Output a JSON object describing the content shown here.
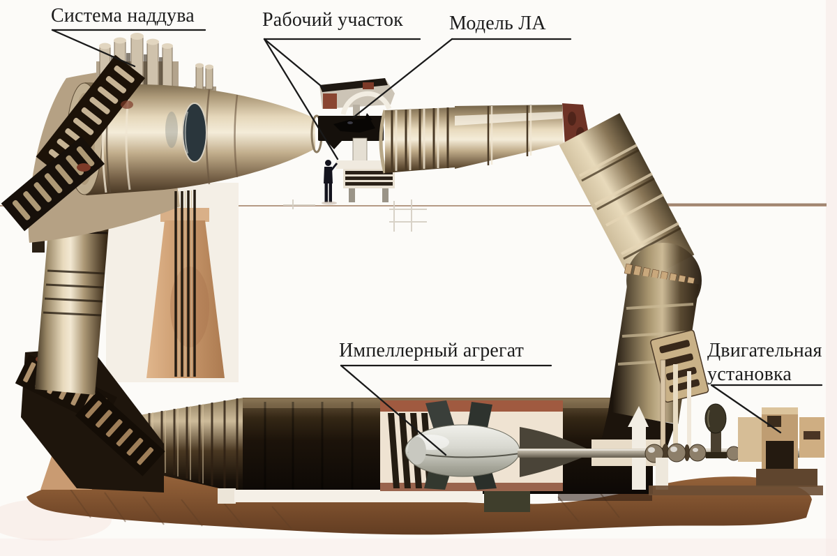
{
  "figure": {
    "kind": "scanned cutaway illustration of a closed-circuit wind tunnel",
    "labels": {
      "pressurization_system": "Система наддува",
      "test_section": "Рабочий участок",
      "aircraft_model": "Модель ЛА",
      "impeller_unit": "Импеллерный агрегат",
      "propulsion_unit": "Двигательная установка"
    },
    "colors": {
      "background": "#fcfbf8",
      "metal_light": "#f2e8d4",
      "metal_mid": "#b9a787",
      "metal_dark": "#3a2b18",
      "shadow_black": "#140e07",
      "rust_joint": "#6e3326",
      "ground_brown": "#85552f",
      "pylon_tan": "#cc9c70",
      "leader_line": "#1a1a1a",
      "label_text": "#1c1c1c"
    }
  }
}
